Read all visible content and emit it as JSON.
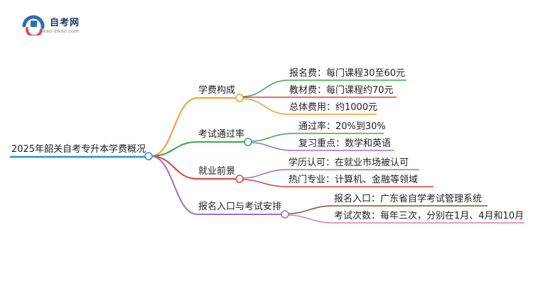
{
  "logo": {
    "title": "自考网",
    "subtitle": "zikao-zikao.com"
  },
  "root": {
    "label": "2025年韶关自考专升本学费概况"
  },
  "branches": [
    {
      "label": "学费构成",
      "color": "#f29b37",
      "children": [
        {
          "label": "报名费：每门课程30至60元",
          "color": "#3aa84a"
        },
        {
          "label": "教材费：每门课程约70元",
          "color": "#d9433b"
        },
        {
          "label": "总体费用：约1000元",
          "color": "#f29b37"
        }
      ]
    },
    {
      "label": "考试通过率",
      "color": "#3aa84a",
      "children": [
        {
          "label": "通过率：20%到30%",
          "color": "#3aa84a"
        },
        {
          "label": "复习重点：数学和英语",
          "color": "#9b6fcf"
        }
      ]
    },
    {
      "label": "就业前景",
      "color": "#d9433b",
      "children": [
        {
          "label": "学历认可：在就业市场被认可",
          "color": "#9b6fcf"
        },
        {
          "label": "热门专业：计算机、金融等领域",
          "color": "#d9433b"
        }
      ]
    },
    {
      "label": "报名入口与考试安排",
      "color": "#9b6fcf",
      "children": [
        {
          "label": "报名入口：广东省自学考试管理系统",
          "color": "#8b4a3b"
        },
        {
          "label": "考试次数：每年三次，分别在1月、4月和10月",
          "color": "#e07bb0"
        }
      ]
    }
  ]
}
